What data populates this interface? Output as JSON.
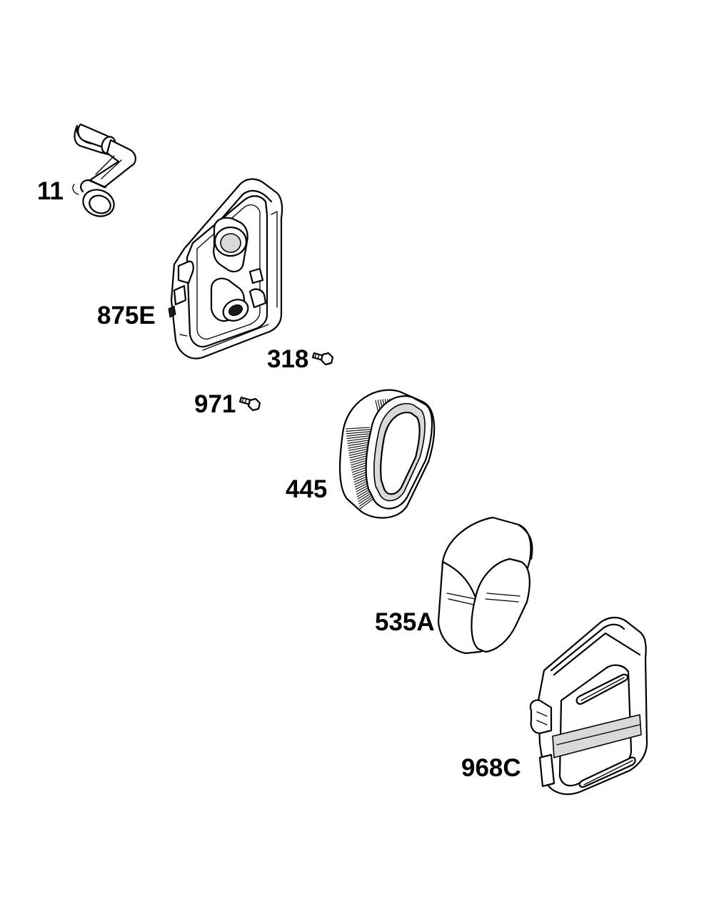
{
  "parts": [
    {
      "id": "tube",
      "label": "11",
      "icon": "angled-breather-tube-icon"
    },
    {
      "id": "base",
      "label": "875E",
      "icon": "air-cleaner-base-icon"
    },
    {
      "id": "screw-318",
      "label": "318",
      "icon": "screw-icon"
    },
    {
      "id": "screw-971",
      "label": "971",
      "icon": "screw-icon"
    },
    {
      "id": "cartridge",
      "label": "445",
      "icon": "air-filter-cartridge-icon"
    },
    {
      "id": "precleaner",
      "label": "535A",
      "icon": "foam-pre-cleaner-icon"
    },
    {
      "id": "cover",
      "label": "968C",
      "icon": "air-cleaner-cover-icon"
    }
  ],
  "colors": {
    "line": "#000000",
    "background": "#ffffff",
    "shade": "#d9d9d9"
  }
}
